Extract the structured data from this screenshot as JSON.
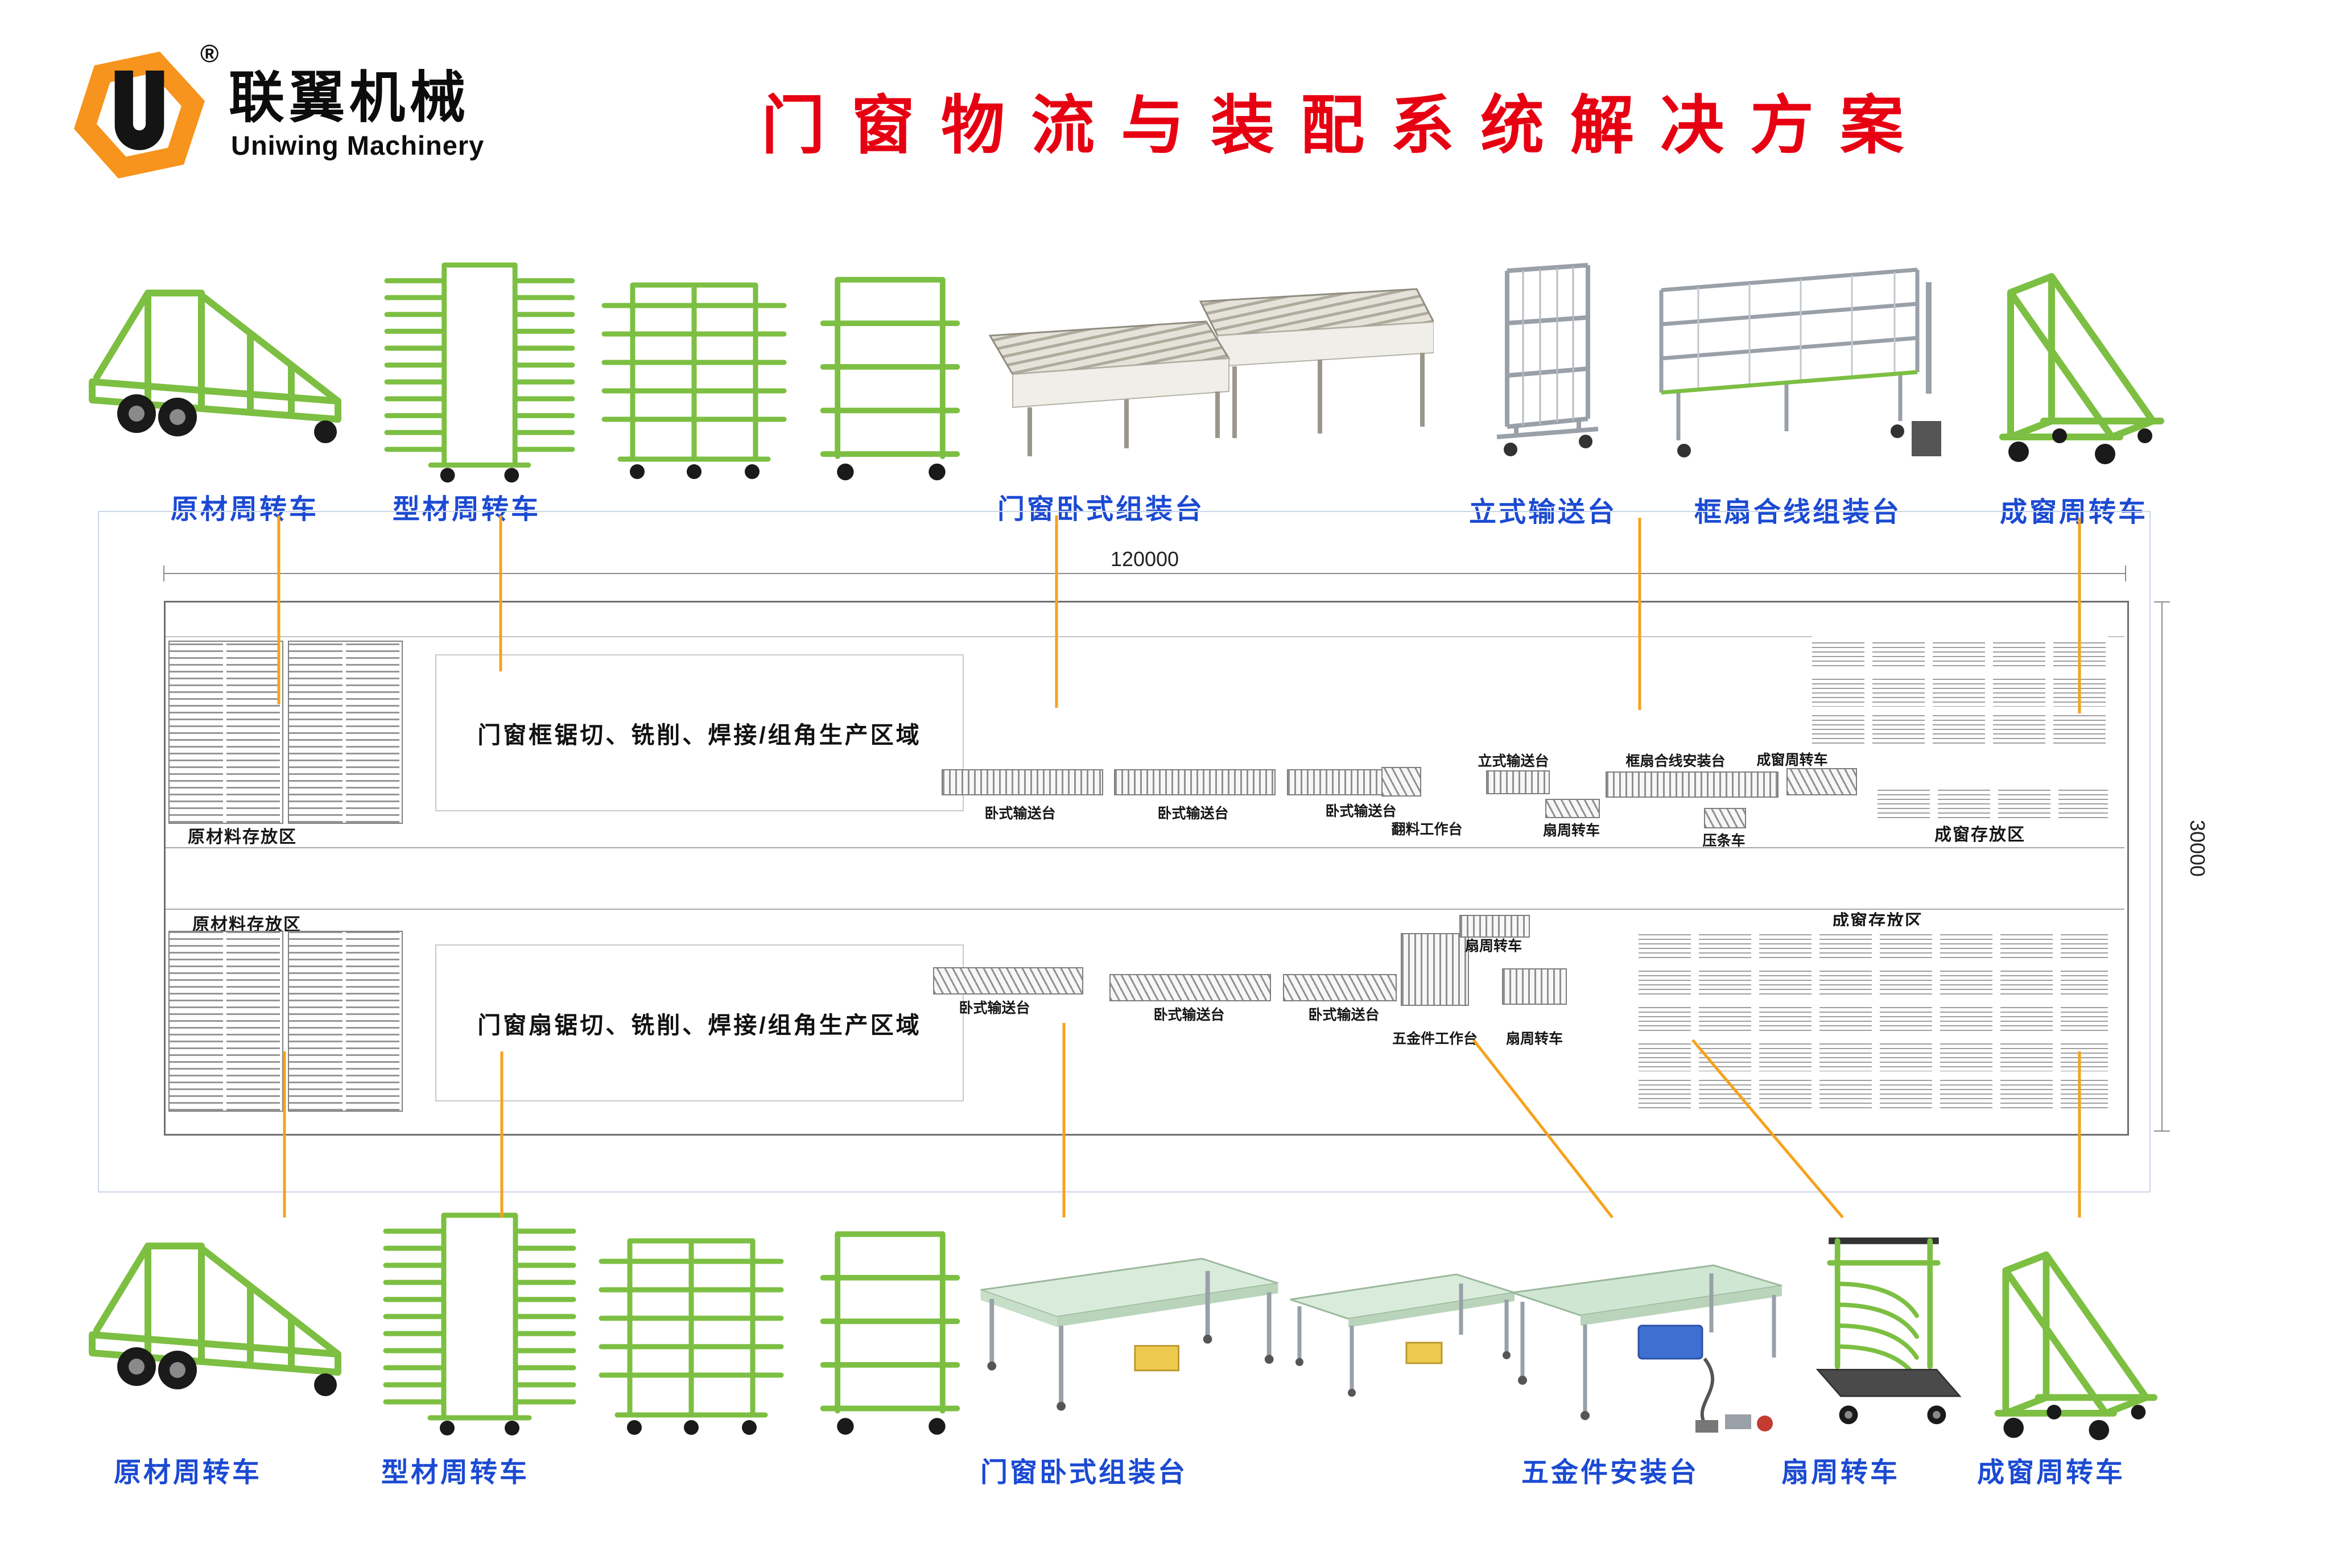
{
  "header": {
    "logo_letter": "U",
    "registered_mark": "®",
    "brand_cn": "联翼机械",
    "brand_en": "Uniwing Machinery",
    "title": "门窗物流与装配系统解决方案"
  },
  "top_row": {
    "items": [
      {
        "label": "原材周转车"
      },
      {
        "label": "型材周转车"
      },
      {
        "label": "门窗卧式组装台"
      },
      {
        "label": "立式输送台"
      },
      {
        "label": "框扇合线组装台"
      },
      {
        "label": "成窗周转车"
      }
    ]
  },
  "bottom_row": {
    "items": [
      {
        "label": "原材周转车"
      },
      {
        "label": "型材周转车"
      },
      {
        "label": "门窗卧式组装台"
      },
      {
        "label": "五金件安装台"
      },
      {
        "label": "扇周转车"
      },
      {
        "label": "成窗周转车"
      }
    ]
  },
  "plan": {
    "dim_width": "120000",
    "dim_height": "30000",
    "raw_storage_top": "原材料存放区",
    "raw_storage_bottom": "原材料存放区",
    "frame_area": "门窗框锯切、铣削、焊接/组角生产区域",
    "sash_area": "门窗扇锯切、铣削、焊接/组角生产区域",
    "finished_storage_top": "成窗存放区",
    "finished_storage_bottom": "成窗存放区",
    "line1": {
      "conv1": "卧式输送台",
      "conv2": "卧式输送台",
      "conv3": "卧式输送台",
      "flip_table": "翻料工作台",
      "vertical_conveyor": "立式输送台",
      "frame_sash_install": "框扇合线安装台",
      "sash_cart": "扇周转车",
      "bead_cart": "压条车",
      "finished_cart": "成窗周转车"
    },
    "line2": {
      "conv1": "卧式输送台",
      "conv2": "卧式输送台",
      "conv3": "卧式输送台",
      "hardware_table": "五金件工作台",
      "sash_cart_upper": "扇周转车",
      "sash_cart_lower": "扇周转车"
    }
  },
  "colors": {
    "title_red": "#e60012",
    "label_blue": "#1b4ad2",
    "connector_orange": "#f6a21c",
    "machine_green": "#7cbf42",
    "logo_orange": "#f7941d"
  }
}
